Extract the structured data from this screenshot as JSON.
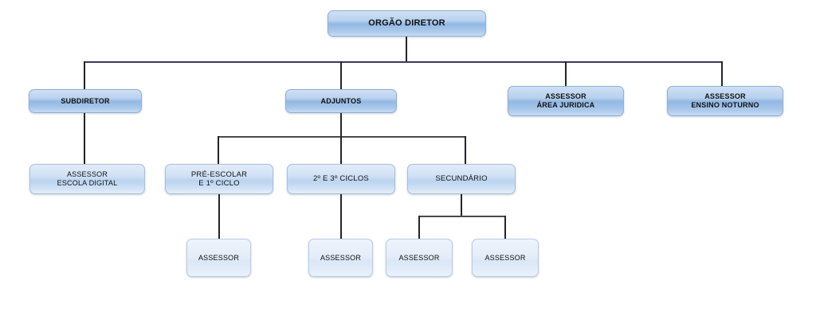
{
  "chart_data": {
    "type": "diagram",
    "title": "Organograma - Orgão Diretor",
    "subtype": "organizational-chart",
    "orientation": "top-down",
    "levels": 4,
    "node_count": 12,
    "colors": {
      "box_fill_deep": "#92b8e3",
      "box_fill_mid": "#bad3ef",
      "box_fill_pale": "#dbe7f6",
      "box_border": "#9bb4d4",
      "connector": "#23232d",
      "top_bus": "#3a3a5c",
      "text": "#111111",
      "background": "#ffffff"
    },
    "nodes": [
      {
        "id": "orgao-diretor",
        "label": "ORGÃO DIRETOR",
        "lines": [
          "ORGÃO DIRETOR"
        ],
        "level": 1,
        "style": "deep",
        "parent": null
      },
      {
        "id": "subdiretor",
        "label": "SUBDIRETOR",
        "lines": [
          "SUBDIRETOR"
        ],
        "level": 2,
        "style": "deep",
        "parent": "orgao-diretor"
      },
      {
        "id": "adjuntos",
        "label": "ADJUNTOS",
        "lines": [
          "ADJUNTOS"
        ],
        "level": 2,
        "style": "deep",
        "parent": "orgao-diretor"
      },
      {
        "id": "assessor-juridica",
        "label": "ASSESSOR ÁREA JURIDICA",
        "lines": [
          "ASSESSOR",
          "ÁREA JURIDICA"
        ],
        "level": 2,
        "style": "deep",
        "parent": "orgao-diretor"
      },
      {
        "id": "assessor-noturno",
        "label": "ASSESSOR ENSINO NOTURNO",
        "lines": [
          "ASSESSOR",
          "ENSINO NOTURNO"
        ],
        "level": 2,
        "style": "deep",
        "parent": "orgao-diretor"
      },
      {
        "id": "assessor-digital",
        "label": "ASSESSOR ESCOLA DIGITAL",
        "lines": [
          "ASSESSOR",
          "ESCOLA DIGITAL"
        ],
        "level": 3,
        "style": "mid",
        "parent": "subdiretor"
      },
      {
        "id": "pre-escolar",
        "label": "PRÉ-ESCOLAR E 1º CICLO",
        "lines": [
          "PRÉ-ESCOLAR",
          "E 1º CICLO"
        ],
        "level": 3,
        "style": "mid",
        "parent": "adjuntos"
      },
      {
        "id": "ciclos-2-3",
        "label": "2º E 3º CICLOS",
        "lines": [
          "2º E 3º CICLOS"
        ],
        "level": 3,
        "style": "mid",
        "parent": "adjuntos"
      },
      {
        "id": "secundario",
        "label": "SECUNDÁRIO",
        "lines": [
          "SECUNDÁRIO"
        ],
        "level": 3,
        "style": "mid",
        "parent": "adjuntos"
      },
      {
        "id": "assessor-1",
        "label": "ASSESSOR",
        "lines": [
          "ASSESSOR"
        ],
        "level": 4,
        "style": "pale",
        "parent": "pre-escolar"
      },
      {
        "id": "assessor-2",
        "label": "ASSESSOR",
        "lines": [
          "ASSESSOR"
        ],
        "level": 4,
        "style": "pale",
        "parent": "ciclos-2-3"
      },
      {
        "id": "assessor-3",
        "label": "ASSESSOR",
        "lines": [
          "ASSESSOR"
        ],
        "level": 4,
        "style": "pale",
        "parent": "secundario"
      },
      {
        "id": "assessor-4",
        "label": "ASSESSOR",
        "lines": [
          "ASSESSOR"
        ],
        "level": 4,
        "style": "pale",
        "parent": "secundario"
      }
    ],
    "edges": [
      {
        "from": "orgao-diretor",
        "to": "subdiretor"
      },
      {
        "from": "orgao-diretor",
        "to": "adjuntos"
      },
      {
        "from": "orgao-diretor",
        "to": "assessor-juridica"
      },
      {
        "from": "orgao-diretor",
        "to": "assessor-noturno"
      },
      {
        "from": "subdiretor",
        "to": "assessor-digital"
      },
      {
        "from": "adjuntos",
        "to": "pre-escolar"
      },
      {
        "from": "adjuntos",
        "to": "ciclos-2-3"
      },
      {
        "from": "adjuntos",
        "to": "secundario"
      },
      {
        "from": "pre-escolar",
        "to": "assessor-1"
      },
      {
        "from": "ciclos-2-3",
        "to": "assessor-2"
      },
      {
        "from": "secundario",
        "to": "assessor-3"
      },
      {
        "from": "secundario",
        "to": "assessor-4"
      }
    ]
  },
  "nodes": {
    "orgao_diretor": {
      "line1": "ORGÃO DIRETOR"
    },
    "subdiretor": {
      "line1": "SUBDIRETOR"
    },
    "adjuntos": {
      "line1": "ADJUNTOS"
    },
    "assessor_juridica": {
      "line1": "ASSESSOR",
      "line2": "ÁREA JURIDICA"
    },
    "assessor_noturno": {
      "line1": "ASSESSOR",
      "line2": "ENSINO NOTURNO"
    },
    "assessor_digital": {
      "line1": "ASSESSOR",
      "line2": "ESCOLA DIGITAL"
    },
    "pre_escolar": {
      "line1": "PRÉ-ESCOLAR",
      "line2": "E 1º CICLO"
    },
    "ciclos_2_3": {
      "line1": "2º E 3º CICLOS"
    },
    "secundario": {
      "line1": "SECUNDÁRIO"
    },
    "assessor_1": {
      "line1": "ASSESSOR"
    },
    "assessor_2": {
      "line1": "ASSESSOR"
    },
    "assessor_3": {
      "line1": "ASSESSOR"
    },
    "assessor_4": {
      "line1": "ASSESSOR"
    }
  }
}
